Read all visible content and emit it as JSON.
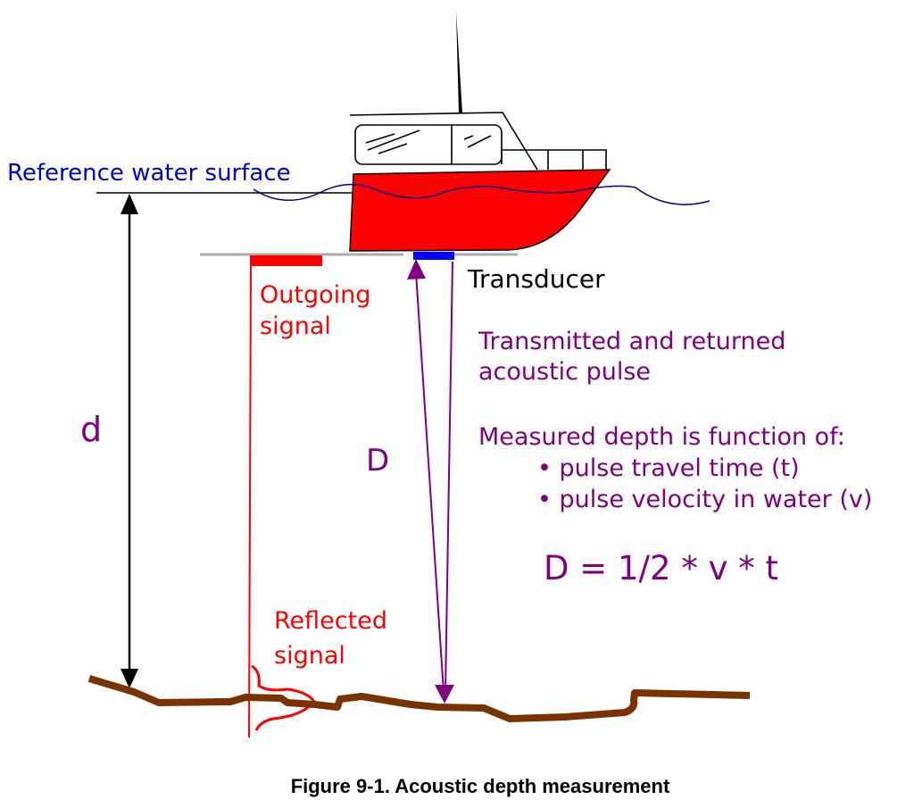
{
  "labels": {
    "reference_surface": "Reference water surface",
    "transducer": "Transducer",
    "outgoing_line1": "Outgoing",
    "outgoing_line2": "signal",
    "reflected_line1": "Reflected",
    "reflected_line2": "signal",
    "depth_d": "d",
    "depth_D": "D",
    "pulse_line1": "Transmitted and returned",
    "pulse_line2": "acoustic pulse",
    "measured_heading": "Measured depth is function of:",
    "bullet_1": "• pulse travel time (t)",
    "bullet_2": "• pulse velocity in water (v)",
    "formula": "D = 1/2 * v * t",
    "caption": "Figure 9-1. Acoustic depth measurement"
  },
  "colors": {
    "hull": "#ff0000",
    "transducer": "#0000ff",
    "water_line": "#00008b",
    "seabed": "#7a3200",
    "pulse": "#800080",
    "signal": "#ff0000",
    "reference_text": "#0000cc",
    "depth_arrow": "#000000",
    "keel_line": "#aaaaaa"
  }
}
